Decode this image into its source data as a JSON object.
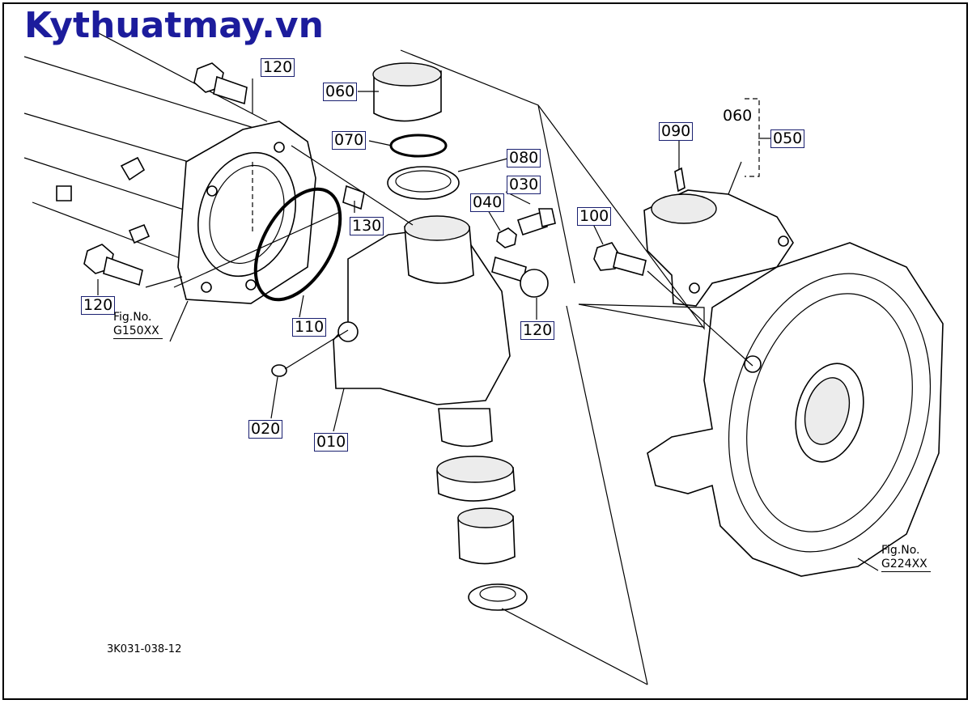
{
  "brand": {
    "text": "Kythuatmay.vn",
    "color": "#1c1c9c"
  },
  "diagram_code": "3K031-038-12",
  "callouts": [
    {
      "id": "c120a",
      "label": "120"
    },
    {
      "id": "c060a",
      "label": "060"
    },
    {
      "id": "c070",
      "label": "070"
    },
    {
      "id": "c080",
      "label": "080"
    },
    {
      "id": "c030",
      "label": "030"
    },
    {
      "id": "c040",
      "label": "040"
    },
    {
      "id": "c130",
      "label": "130"
    },
    {
      "id": "c120b",
      "label": "120"
    },
    {
      "id": "c110",
      "label": "110"
    },
    {
      "id": "c120c",
      "label": "120"
    },
    {
      "id": "c020",
      "label": "020"
    },
    {
      "id": "c010",
      "label": "010"
    },
    {
      "id": "c090",
      "label": "090"
    },
    {
      "id": "c050",
      "label": "050"
    },
    {
      "id": "c100",
      "label": "100"
    }
  ],
  "plain_labels": {
    "c060b": "060"
  },
  "fig_refs": [
    {
      "id": "fig1",
      "prefix": "Fig.No.",
      "number": "G150XX"
    },
    {
      "id": "fig2",
      "prefix": "Fig.No.",
      "number": "G224XX"
    }
  ]
}
